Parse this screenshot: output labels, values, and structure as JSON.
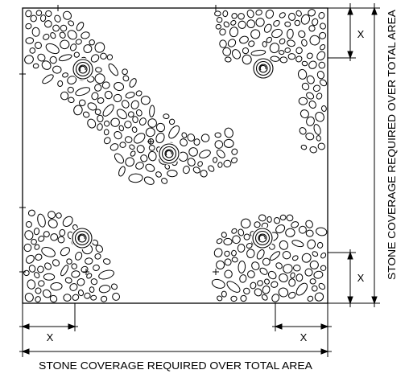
{
  "drawing": {
    "labels": {
      "bottom_total": "STONE COVERAGE REQUIRED OVER TOTAL AREA",
      "right_total": "STONE COVERAGE REQUIRED OVER TOTAL AREA",
      "dim_top_right": "X",
      "dim_bottom_right_vertical": "X",
      "dim_bottom_left": "X",
      "dim_bottom_right_horizontal": "X"
    },
    "colors": {
      "line": "#000000",
      "background": "#ffffff"
    }
  }
}
